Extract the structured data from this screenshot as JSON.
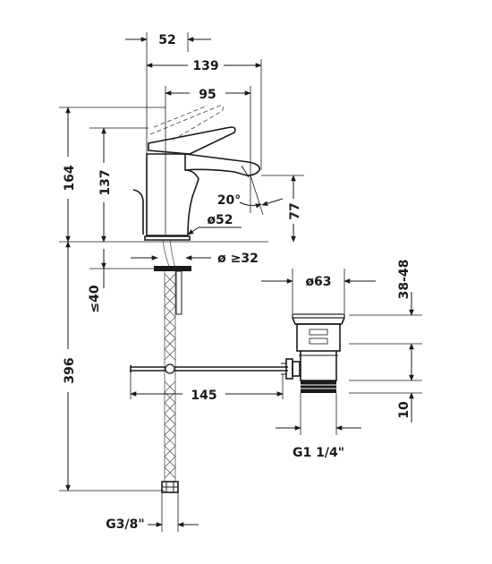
{
  "dimensions": {
    "d52_top": "52",
    "d139": "139",
    "d95": "95",
    "d164": "164",
    "d137": "137",
    "d20deg": "20°",
    "d77": "77",
    "d_phi52": "ø52",
    "d_phi32": "ø ≥32",
    "d40": "≤40",
    "d396": "396",
    "d145": "145",
    "d_phi63": "ø63",
    "d38_48": "38-48",
    "d10": "10",
    "d_g114": "G1 1/4\"",
    "d_g38": "G3/8\""
  },
  "colors": {
    "ink": "#1a1a1a",
    "background": "#ffffff"
  }
}
